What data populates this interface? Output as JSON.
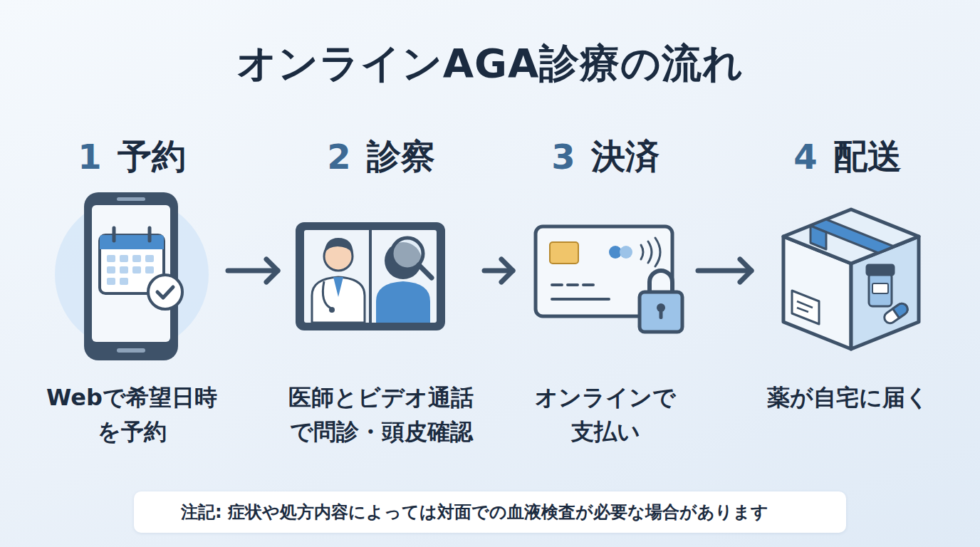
{
  "diagram": {
    "title": "オンラインAGA診療の流れ",
    "nodes": [
      {
        "text": [
          "1",
          "予約",
          "Webで希望日時 を予約"
        ]
      },
      {
        "text": [
          "2",
          "診察",
          "医師とビデオ通話 で問診・頭皮確認"
        ]
      },
      {
        "text": [
          "3",
          "決済",
          "オンラインで 支払い"
        ]
      },
      {
        "text": [
          "4",
          "配送",
          "薬が自宅に届く"
        ]
      },
      {
        "text": [
          "注記: 症状や処方内容によっては対面での血液検査が必要な場合があります"
        ]
      }
    ],
    "edges": [
      {
        "from": 0,
        "to": 1,
        "arrow": "to"
      },
      {
        "from": 1,
        "to": 2,
        "arrow": "to"
      },
      {
        "from": 2,
        "to": 3,
        "arrow": "to"
      }
    ]
  }
}
